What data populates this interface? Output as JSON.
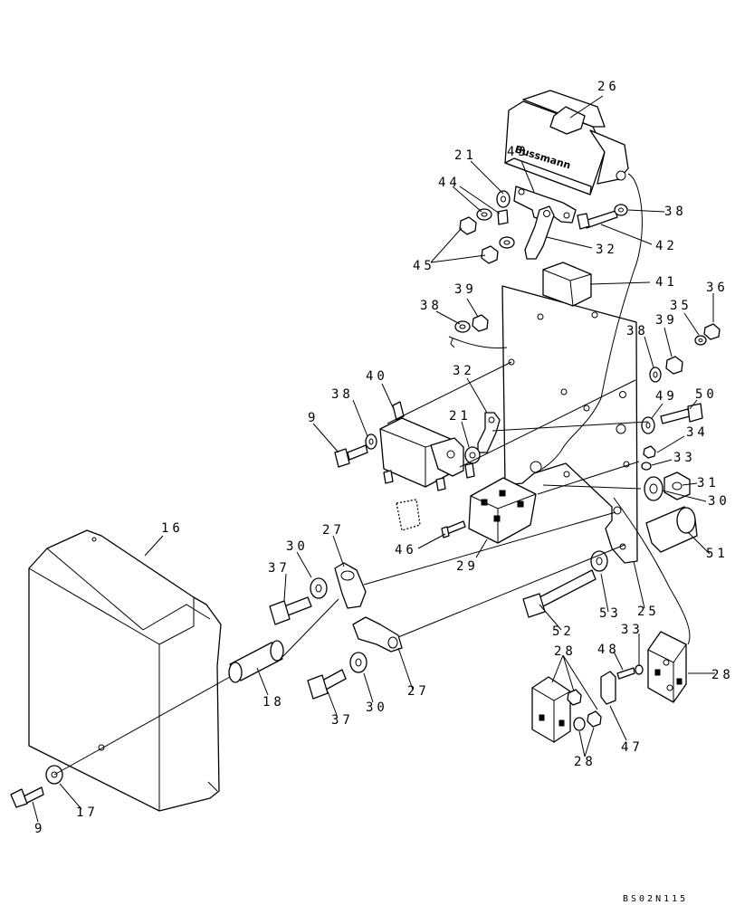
{
  "diagram": {
    "brand_label": "Bussmann",
    "drawing_code": "BS02N115",
    "callouts": [
      {
        "id": "c26",
        "text": "26"
      },
      {
        "id": "c43",
        "text": "43"
      },
      {
        "id": "c21a",
        "text": "21"
      },
      {
        "id": "c44",
        "text": "44"
      },
      {
        "id": "c38a",
        "text": "38"
      },
      {
        "id": "c42",
        "text": "42"
      },
      {
        "id": "c32a",
        "text": "32"
      },
      {
        "id": "c45",
        "text": "45"
      },
      {
        "id": "c41",
        "text": "41"
      },
      {
        "id": "c36",
        "text": "36"
      },
      {
        "id": "c38b",
        "text": "38"
      },
      {
        "id": "c39a",
        "text": "39"
      },
      {
        "id": "c35",
        "text": "35"
      },
      {
        "id": "c38c",
        "text": "38"
      },
      {
        "id": "c39b",
        "text": "39"
      },
      {
        "id": "c40",
        "text": "40"
      },
      {
        "id": "c32b",
        "text": "32"
      },
      {
        "id": "c38d",
        "text": "38"
      },
      {
        "id": "c50",
        "text": "50"
      },
      {
        "id": "c49",
        "text": "49"
      },
      {
        "id": "c9a",
        "text": "9"
      },
      {
        "id": "c21b",
        "text": "21"
      },
      {
        "id": "c34",
        "text": "34"
      },
      {
        "id": "c33a",
        "text": "33"
      },
      {
        "id": "c31",
        "text": "31"
      },
      {
        "id": "c30a",
        "text": "30"
      },
      {
        "id": "c16",
        "text": "16"
      },
      {
        "id": "c27a",
        "text": "27"
      },
      {
        "id": "c46",
        "text": "46"
      },
      {
        "id": "c30b",
        "text": "30"
      },
      {
        "id": "c29",
        "text": "29"
      },
      {
        "id": "c51",
        "text": "51"
      },
      {
        "id": "c37a",
        "text": "37"
      },
      {
        "id": "c53",
        "text": "53"
      },
      {
        "id": "c25",
        "text": "25"
      },
      {
        "id": "c52",
        "text": "52"
      },
      {
        "id": "c33b",
        "text": "33"
      },
      {
        "id": "c28a",
        "text": "28"
      },
      {
        "id": "c48",
        "text": "48"
      },
      {
        "id": "c28b",
        "text": "28"
      },
      {
        "id": "c18",
        "text": "18"
      },
      {
        "id": "c30c",
        "text": "30"
      },
      {
        "id": "c27b",
        "text": "27"
      },
      {
        "id": "c37b",
        "text": "37"
      },
      {
        "id": "c47",
        "text": "47"
      },
      {
        "id": "c28c",
        "text": "28"
      },
      {
        "id": "c9b",
        "text": "9"
      },
      {
        "id": "c17",
        "text": "17"
      }
    ]
  }
}
